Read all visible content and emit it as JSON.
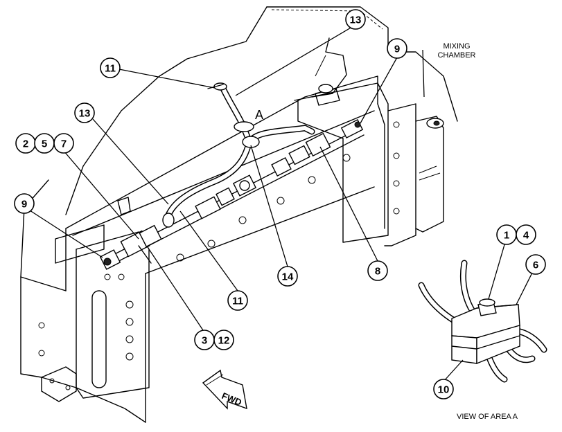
{
  "labels": {
    "mixing_chamber_line1": "MIXING",
    "mixing_chamber_line2": "CHAMBER",
    "view_of_area": "VIEW OF AREA A",
    "area_marker": "A",
    "fwd": "FWD"
  },
  "callouts": {
    "c13_top": "13",
    "c11_top": "11",
    "c9_right": "9",
    "c13_left": "13",
    "c2": "2",
    "c5": "5",
    "c7": "7",
    "c9_left": "9",
    "c11_bottom": "11",
    "c14": "14",
    "c8": "8",
    "c3": "3",
    "c12": "12",
    "c1": "1",
    "c4": "4",
    "c6": "6",
    "c10": "10"
  }
}
